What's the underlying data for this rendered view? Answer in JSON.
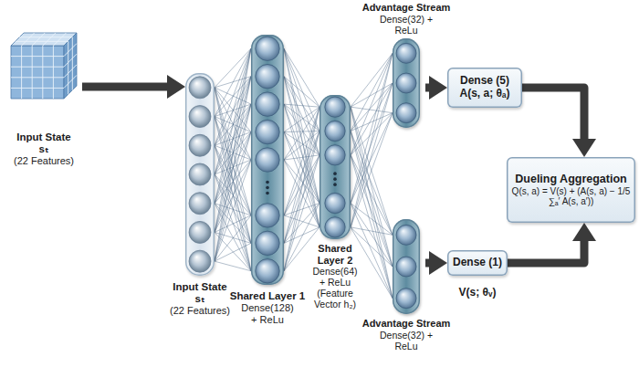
{
  "diagram": {
    "nodes": [
      {
        "text": [
          "Input State sₜ",
          "(22 Features)"
        ]
      },
      {
        "text": [
          "Input State sₜ",
          "(22 Features)"
        ]
      },
      {
        "text": [
          "Shared Layer 1",
          "Dense(128) + ReLu"
        ]
      },
      {
        "text": [
          "Shared Layer 2",
          "Dense(64) + ReLu (Feature Vector h₂)"
        ]
      },
      {
        "text": [
          "Advantage Stream",
          "Dense(32) + ReLu"
        ]
      },
      {
        "text": [
          "Advantage Stream",
          "Dense(32) + ReLu"
        ]
      },
      {
        "text": [
          "Dense (5)",
          "A(s, a; θₐ)"
        ]
      },
      {
        "text": [
          "Dense (1)",
          "V(s; θᵥ)"
        ]
      },
      {
        "text": [
          "Dueling Aggregation",
          "Q(s, a) = V(s) + (A(s, a) − 1/5 ∑ₐ′ A(s, a′))"
        ]
      }
    ],
    "edges": [
      {
        "from": 0,
        "to": 1,
        "arrow": "to"
      },
      {
        "from": 1,
        "to": 2,
        "arrow": "none"
      },
      {
        "from": 2,
        "to": 3,
        "arrow": "none"
      },
      {
        "from": 3,
        "to": 4,
        "arrow": "none"
      },
      {
        "from": 3,
        "to": 5,
        "arrow": "none"
      },
      {
        "from": 4,
        "to": 6,
        "arrow": "to"
      },
      {
        "from": 5,
        "to": 7,
        "arrow": "to"
      },
      {
        "from": 6,
        "to": 8,
        "arrow": "to"
      },
      {
        "from": 7,
        "to": 8,
        "arrow": "to"
      }
    ]
  }
}
